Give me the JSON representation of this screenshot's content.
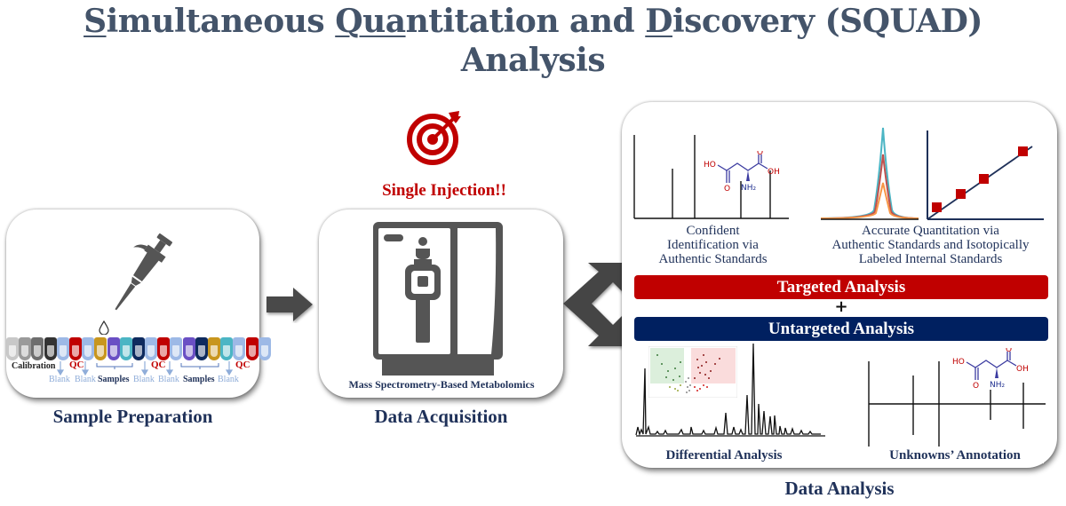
{
  "title": {
    "line1_parts": [
      {
        "text": "S",
        "underline": true
      },
      {
        "text": "imultaneous ",
        "underline": false
      },
      {
        "text": "Qua",
        "underline": true
      },
      {
        "text": "ntitation and ",
        "underline": false
      },
      {
        "text": "D",
        "underline": true
      },
      {
        "text": "iscovery (SQUAD)",
        "underline": false
      }
    ],
    "line2": "Analysis"
  },
  "sample_preparation": {
    "caption": "Sample Preparation",
    "icon": "pipette-icon",
    "vials": [
      {
        "color": "#c8c8c8"
      },
      {
        "color": "#9a9a9a"
      },
      {
        "color": "#6e6e6e"
      },
      {
        "color": "#333333"
      },
      {
        "color": "#9db9e6"
      },
      {
        "color": "#c00000"
      },
      {
        "color": "#9db9e6"
      },
      {
        "color": "#c8961e"
      },
      {
        "color": "#6a4fc4"
      },
      {
        "color": "#4bb5c4"
      },
      {
        "color": "#0e2a5e"
      },
      {
        "color": "#9db9e6"
      },
      {
        "color": "#c00000"
      },
      {
        "color": "#9db9e6"
      },
      {
        "color": "#6a4fc4"
      },
      {
        "color": "#0e2a5e"
      },
      {
        "color": "#c8961e"
      },
      {
        "color": "#4bb5c4"
      },
      {
        "color": "#9db9e6"
      },
      {
        "color": "#c00000"
      },
      {
        "color": "#9db9e6"
      }
    ],
    "labels": {
      "calibration": "Calibration",
      "qc1": "QC",
      "qc2": "QC",
      "qc3": "QC",
      "blank1": "Blank",
      "blank2": "Blank",
      "blank3": "Blank",
      "blank4": "Blank",
      "blank5": "Blank",
      "samples1": "Samples",
      "samples2": "Samples"
    }
  },
  "single_injection": {
    "label": "Single Injection!!",
    "icon": "target-icon",
    "color": "#c00000"
  },
  "data_acquisition": {
    "caption": "Data Acquisition",
    "instrument_label": "Mass Spectrometry-Based Metabolomics",
    "icon": "mass-spectrometer-icon"
  },
  "data_analysis": {
    "caption": "Data Analysis",
    "identification_caption": [
      "Confident",
      "Identification via",
      "Authentic Standards"
    ],
    "quantitation_caption": [
      "Accurate Quantitation via",
      "Authentic Standards and Isotopically",
      "Labeled Internal Standards"
    ],
    "targeted_label": "Targeted Analysis",
    "plus": "+",
    "untargeted_label": "Untargeted Analysis",
    "differential_caption": "Differential Analysis",
    "unknowns_caption": "Unknowns’ Annotation",
    "molecule": {
      "ho": "HO",
      "oh": "OH",
      "o": "O",
      "nh2": "NH₂"
    },
    "colors": {
      "targeted": "#c00000",
      "untargeted": "#002060"
    }
  }
}
